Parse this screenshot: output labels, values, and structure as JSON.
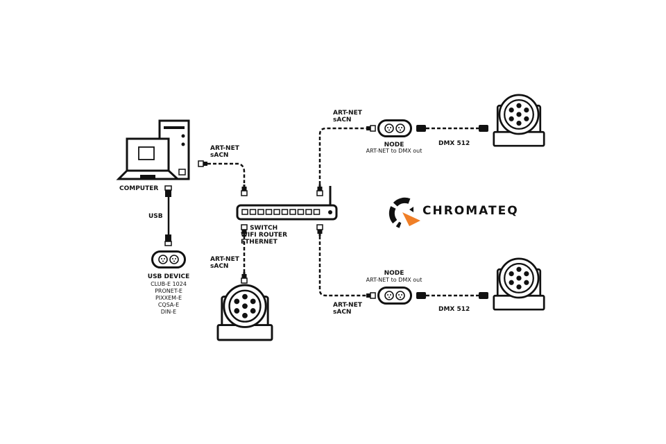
{
  "computer": {
    "label": "COMPUTER"
  },
  "usb": {
    "label": "USB"
  },
  "usb_device": {
    "title": "USB DEVICE",
    "models": [
      "CLUB-E 1024",
      "PRONET-E",
      "PIXXEM-E",
      "CQSA-E",
      "DIN-E"
    ]
  },
  "switch": {
    "lines": [
      "IP SWITCH",
      "WIFI ROUTER",
      "ETHERNET"
    ]
  },
  "protocol": {
    "line1": "ART-NET",
    "line2": "sACN"
  },
  "node": {
    "title": "NODE",
    "subtitle": "ART-NET to DMX out"
  },
  "dmx": {
    "label": "DMX 512"
  },
  "logo": {
    "text": "CHROMATEQ",
    "accent": "#f07f27"
  }
}
